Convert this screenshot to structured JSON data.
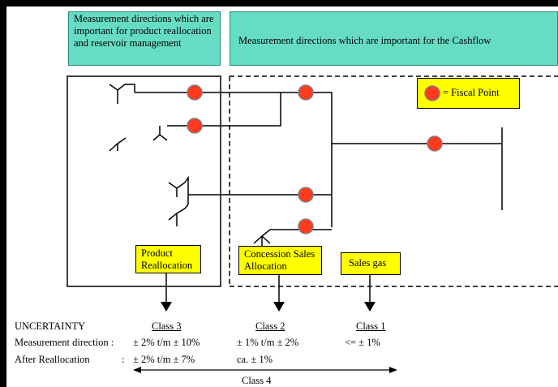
{
  "headers": {
    "left": "Measurement directions which are important for product reallocation and reservoir management",
    "right": "Measurement directions which are important for the Cashflow"
  },
  "legend": {
    "label": "= Fiscal Point"
  },
  "boxes": {
    "product": "Product Reallocation",
    "concession": "Concession Sales Allocation",
    "sales_gas": "Sales gas"
  },
  "uncertainty": {
    "title": "UNCERTAINTY",
    "row1_label": "Measurement direction :",
    "row2_label": "After Reallocation",
    "row2_colon": ":",
    "class3": {
      "name": "Class 3",
      "measurement": "± 2% t/m ± 10%",
      "after": "± 2% t/m ± 7%"
    },
    "class2": {
      "name": "Class 2",
      "measurement": "± 1% t/m ± 2%",
      "after": "ca. ± 1%"
    },
    "class1": {
      "name": "Class 1",
      "measurement": "<= ± 1%"
    },
    "class4": "Class 4"
  },
  "colors": {
    "teal": "#66dcc4",
    "yellow": "#ffff00",
    "fiscal_point": "#ff3b1f"
  },
  "icons": [
    "wellhead-symbol",
    "fiscal-point-marker",
    "arrow-down-icon",
    "double-arrow-icon"
  ]
}
